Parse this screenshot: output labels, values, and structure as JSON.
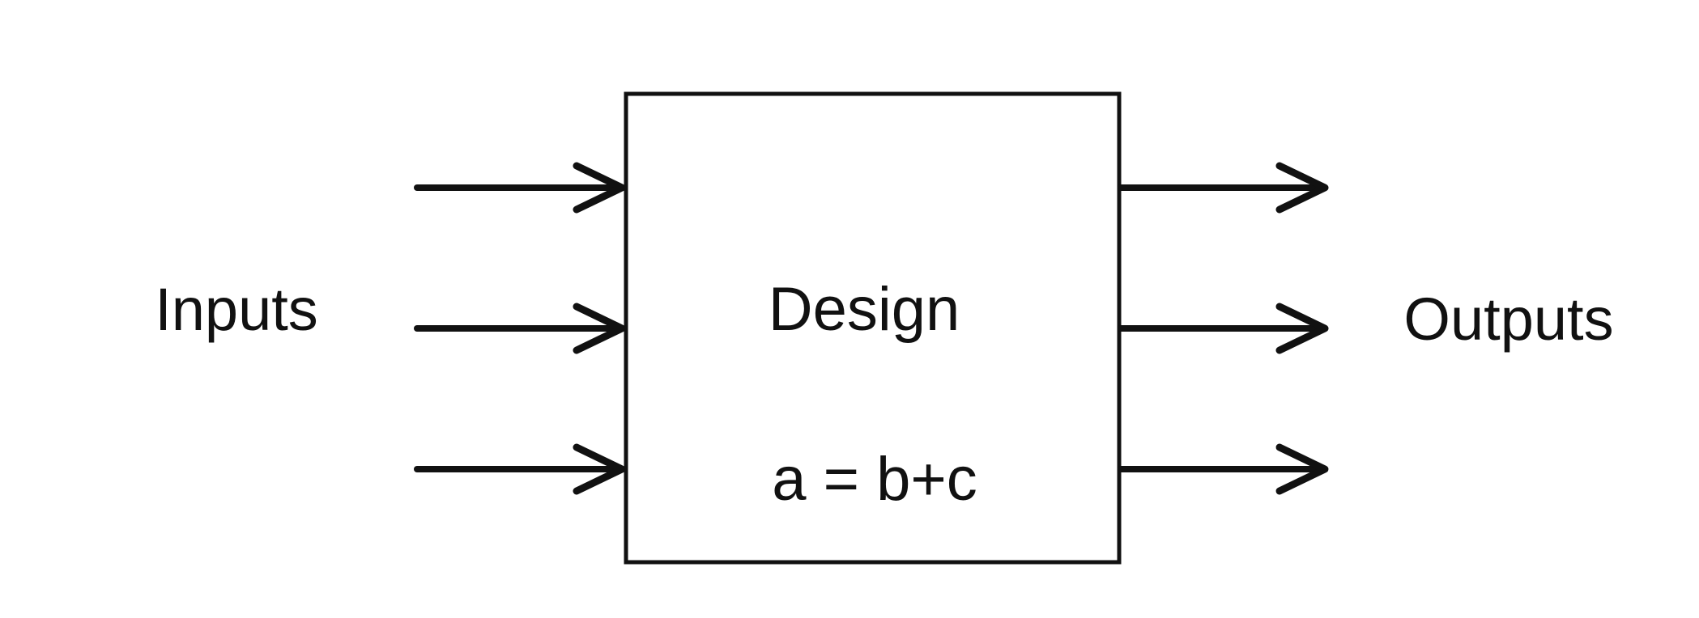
{
  "diagram": {
    "inputs_label": "Inputs",
    "outputs_label": "Outputs",
    "block": {
      "title": "Design",
      "equation": "a = b+c"
    },
    "input_arrow_count": 3,
    "output_arrow_count": 3,
    "colors": {
      "stroke": "#111111",
      "background": "#ffffff"
    }
  }
}
